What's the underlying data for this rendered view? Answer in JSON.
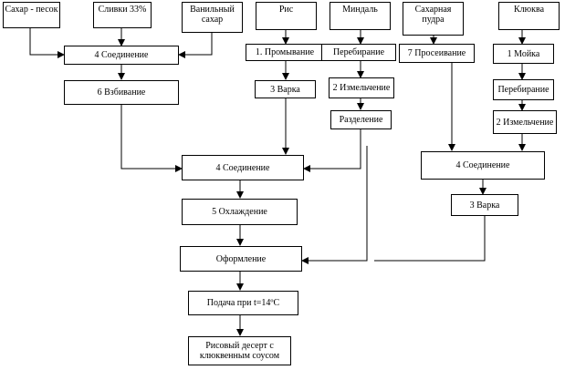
{
  "nodes": {
    "sugar": "Сахар - песок",
    "cream": "Сливки 33%",
    "vanilla": "Ванильный\nсахар",
    "rice": "Рис",
    "almond": "Миндаль",
    "powder": "Сахарная\nпудра",
    "cranberry": "Клюква",
    "combine1": "4 Соединение",
    "rinse": "1. Промывание",
    "sort1": "Перебирание",
    "sift": "7 Просеивание",
    "wash": "1 Мойка",
    "whip": "6 Взбивание",
    "boil1": "3 Варка",
    "grind1": "2 Измельчение",
    "sort2": "Перебирание",
    "separate": "Разделение",
    "grind2": "2 Измельчение",
    "combine2": "4 Соединение",
    "combine3": "4 Соединение",
    "cool": "5 Охлаждение",
    "boil2": "3 Варка",
    "decorate": "Оформление",
    "serve": "Подача при t=14ºС",
    "dessert": "Рисовый десерт с\nклюквенным соусом"
  }
}
